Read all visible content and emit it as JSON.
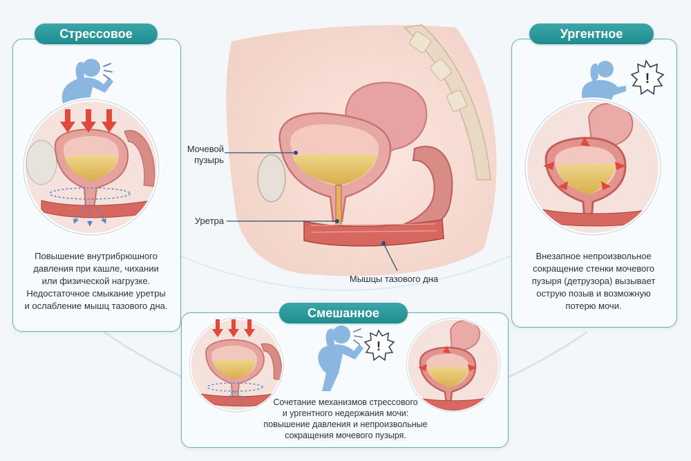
{
  "stress": {
    "title": "Стрессовое",
    "description": [
      "Повышение внутрибрюшного",
      "давления при кашле, чихании",
      "или физической нагрузке.",
      "Недостаточное смыкание уретры",
      "и ослабление мышц тазового дна."
    ]
  },
  "urge": {
    "title": "Ургентное",
    "description": [
      "Внезапное непроизвольное",
      "сокращение стенки мочевого",
      "пузыря (детрузора) вызывает",
      "острую позыв и возможную",
      "потерю мочи."
    ]
  },
  "mixed": {
    "title": "Смешанное",
    "description": [
      "Сочетание механизмов стрессового",
      "и ургентного недержания мочи:",
      "повышение давления и непроизвольные",
      "сокращения мочевого пузыря."
    ]
  },
  "anatomy": {
    "labels": {
      "bladder": [
        "Мочевой",
        "пузырь"
      ],
      "urethra": "Уретра",
      "pelvic_floor": "Мышцы тазового дна"
    }
  },
  "icons": {
    "alert_symbol": "!"
  },
  "colors": {
    "accent": "#2a9a9d",
    "border": "#5fb0b4",
    "tissue": "#e9a3a0",
    "muscle": "#d46c6c",
    "urine": "#e4c46a",
    "arrow": "#e04a3c",
    "leak": "#5d86c9",
    "silhouette": "#8ab6df"
  }
}
